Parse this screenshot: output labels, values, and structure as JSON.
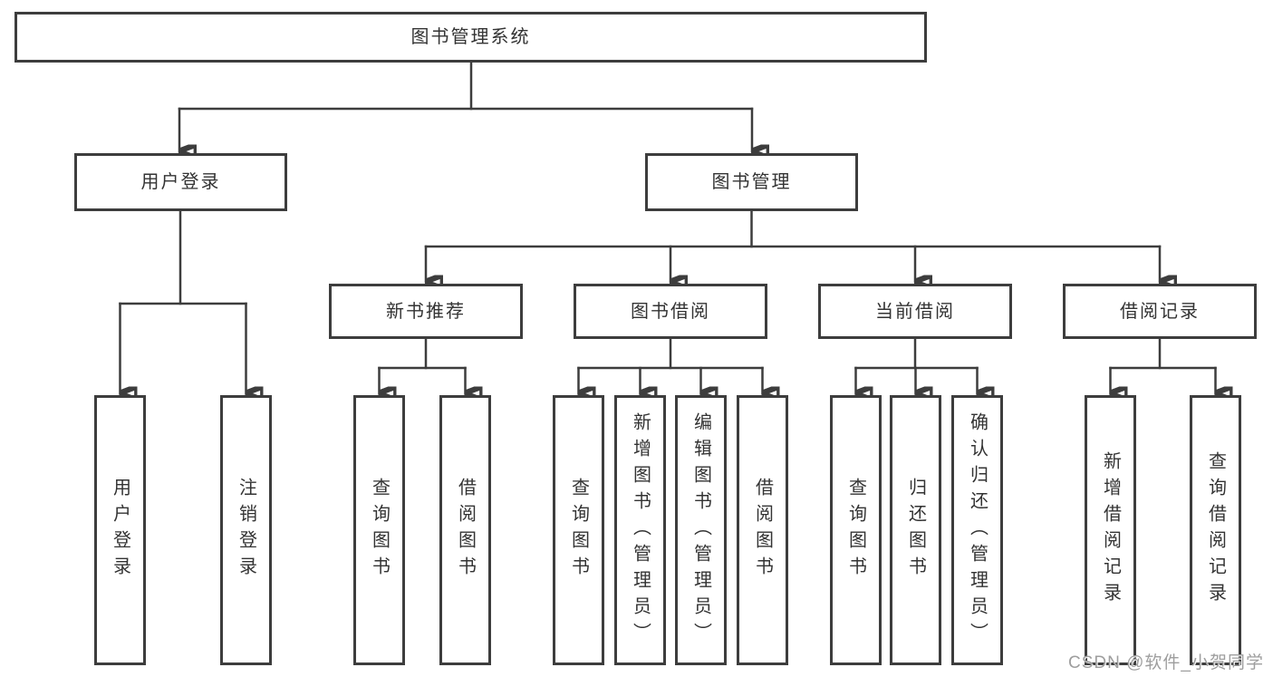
{
  "diagram": {
    "title": "图书管理系统",
    "root": {
      "label": "图书管理系统"
    },
    "level2": {
      "user_login": {
        "label": "用户登录"
      },
      "book_mgmt": {
        "label": "图书管理"
      }
    },
    "level3": {
      "new_books": {
        "label": "新书推荐"
      },
      "borrow": {
        "label": "图书借阅"
      },
      "current": {
        "label": "当前借阅"
      },
      "records": {
        "label": "借阅记录"
      }
    },
    "leaves": {
      "login_user_login": {
        "label": "用户登录"
      },
      "login_logout": {
        "label": "注销登录"
      },
      "rec_query_book": {
        "label": "查询图书"
      },
      "rec_borrow_book": {
        "label": "借阅图书"
      },
      "bb_query_book": {
        "label": "查询图书"
      },
      "bb_add_book": {
        "label": "新增图书（管理员）"
      },
      "bb_edit_book": {
        "label": "编辑图书（管理员）"
      },
      "bb_borrow_book": {
        "label": "借阅图书"
      },
      "cb_query_book": {
        "label": "查询图书"
      },
      "cb_return_book": {
        "label": "归还图书"
      },
      "cb_confirm_return": {
        "label": "确认归还（管理员）"
      },
      "br_add_record": {
        "label": "新增借阅记录"
      },
      "br_query_record": {
        "label": "查询借阅记录"
      }
    },
    "colors": {
      "background": "#ffffff",
      "line": "#3d3d3d",
      "box_border": "#3d3d3d",
      "text": "#333333",
      "watermark": "#9e9e9e"
    }
  },
  "watermark": {
    "text": "CSDN @软件_小贺同学"
  }
}
